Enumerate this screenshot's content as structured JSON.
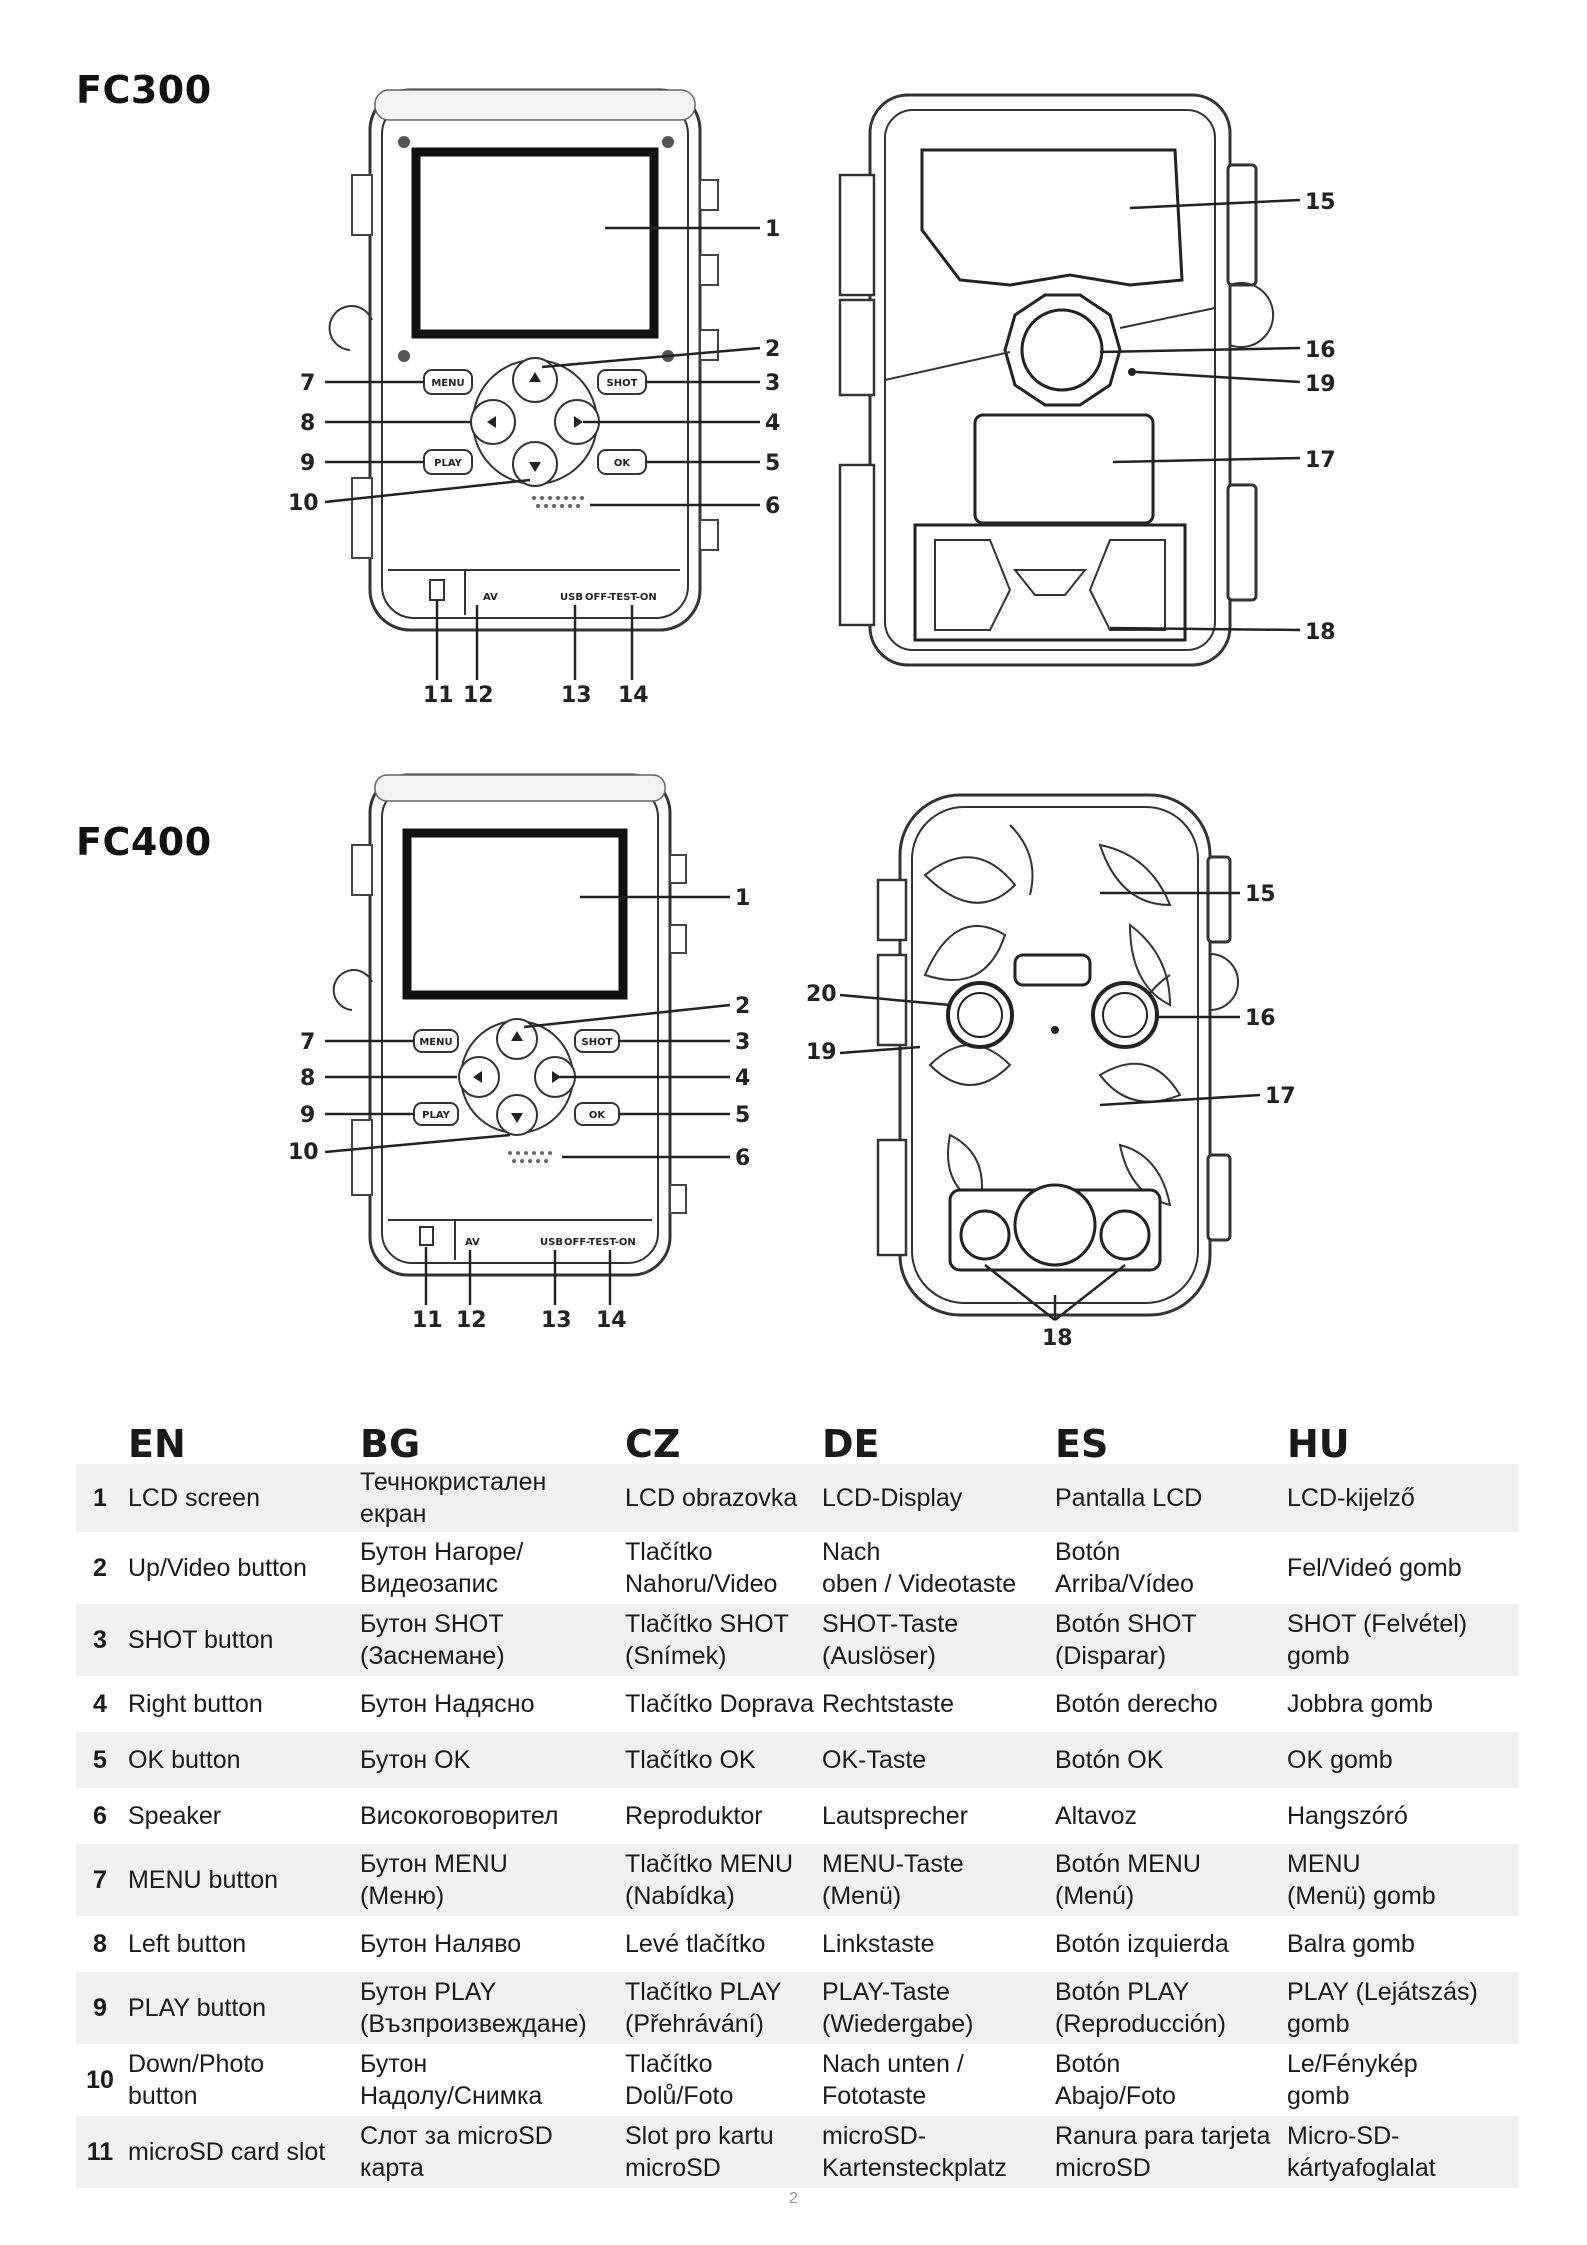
{
  "models": [
    {
      "name": "FC300",
      "front_callouts": [
        "1",
        "2",
        "3",
        "4",
        "5",
        "6",
        "7",
        "8",
        "9",
        "10",
        "11",
        "12",
        "13",
        "14"
      ],
      "back_callouts": [
        "15",
        "16",
        "19",
        "17",
        "18"
      ],
      "panel_labels": {
        "menu": "MENU",
        "shot": "SHOT",
        "play": "PLAY",
        "ok": "OK",
        "av": "AV",
        "usb": "USB",
        "off_test_on": "OFF-TEST-ON"
      }
    },
    {
      "name": "FC400",
      "front_callouts": [
        "1",
        "2",
        "3",
        "4",
        "5",
        "6",
        "7",
        "8",
        "9",
        "10",
        "11",
        "12",
        "13",
        "14"
      ],
      "back_callouts": [
        "15",
        "20",
        "16",
        "19",
        "17",
        "18"
      ],
      "panel_labels": {
        "menu": "MENU",
        "shot": "SHOT",
        "play": "PLAY",
        "ok": "OK",
        "av": "AV",
        "usb": "USB",
        "off_test_on": "OFF-TEST-ON"
      }
    }
  ],
  "table": {
    "headers": [
      "EN",
      "BG",
      "CZ",
      "DE",
      "ES",
      "HU"
    ],
    "rows": [
      {
        "num": "1",
        "cells": [
          "LCD screen",
          "Течнокристален екран",
          "LCD obrazovka",
          "LCD-Display",
          "Pantalla LCD",
          "LCD-kijelző"
        ]
      },
      {
        "num": "2",
        "cells": [
          "Up/Video button",
          "Бутон Нагоре/\nВидеозапис",
          "Tlačítko\nNahoru/Video",
          "Nach\noben / Videotaste",
          "Botón\nArriba/Vídeo",
          "Fel/Videó gomb"
        ]
      },
      {
        "num": "3",
        "cells": [
          "SHOT button",
          "Бутон SHOT\n(Заснемане)",
          "Tlačítko SHOT\n(Snímek)",
          "SHOT-Taste\n(Auslöser)",
          "Botón SHOT\n(Disparar)",
          "SHOT (Felvétel)\ngomb"
        ]
      },
      {
        "num": "4",
        "cells": [
          "Right button",
          "Бутон Надясно",
          "Tlačítko Doprava",
          "Rechtstaste",
          "Botón derecho",
          "Jobbra gomb"
        ]
      },
      {
        "num": "5",
        "cells": [
          "OK button",
          "Бутон OK",
          "Tlačítko OK",
          "OK-Taste",
          "Botón OK",
          "OK gomb"
        ]
      },
      {
        "num": "6",
        "cells": [
          "Speaker",
          "Високоговорител",
          "Reproduktor",
          "Lautsprecher",
          "Altavoz",
          "Hangszóró"
        ]
      },
      {
        "num": "7",
        "cells": [
          "MENU button",
          "Бутон MENU\n(Меню)",
          "Tlačítko MENU\n(Nabídka)",
          "MENU-Taste\n(Menü)",
          "Botón MENU\n(Menú)",
          "MENU\n(Menü) gomb"
        ]
      },
      {
        "num": "8",
        "cells": [
          "Left button",
          "Бутон Наляво",
          "Levé tlačítko",
          "Linkstaste",
          "Botón izquierda",
          "Balra gomb"
        ]
      },
      {
        "num": "9",
        "cells": [
          "PLAY button",
          "Бутон PLAY\n(Възпроизвеждане)",
          "Tlačítko PLAY\n(Přehrávání)",
          "PLAY-Taste\n(Wiedergabe)",
          "Botón PLAY\n(Reproducción)",
          "PLAY (Lejátszás)\ngomb"
        ]
      },
      {
        "num": "10",
        "cells": [
          "Down/Photo\nbutton",
          "Бутон\nНадолу/Снимка",
          "Tlačítko\nDolů/Foto",
          "Nach unten /\nFototaste",
          "Botón\nAbajo/Foto",
          "Le/Fénykép\ngomb"
        ]
      },
      {
        "num": "11",
        "cells": [
          "microSD card slot",
          "Слот за microSD карта",
          "Slot pro kartu\nmicroSD",
          "microSD-\nKartensteckplatz",
          "Ranura para tarjeta\nmicroSD",
          "Micro-SD-\nkártyafoglalat"
        ]
      }
    ]
  },
  "page_number": "2"
}
